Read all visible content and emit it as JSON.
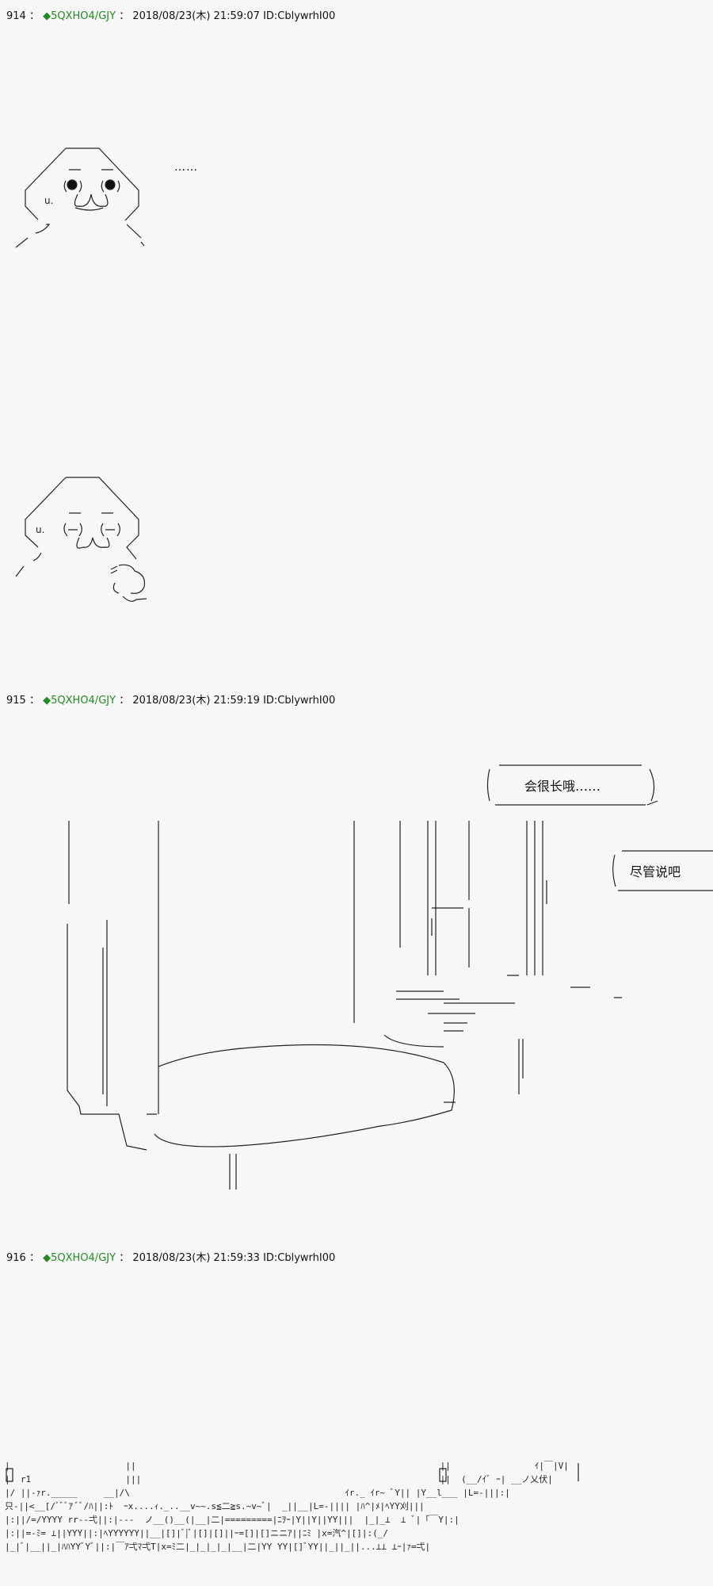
{
  "posts": [
    {
      "number": "914",
      "sep": "：",
      "trip": "◆5QXHO4/GJY",
      "sep2": "：",
      "datetime": "2018/08/23(木) 21:59:07 ID:CblywrhI00",
      "speech": "……"
    },
    {
      "number": "915",
      "sep": "：",
      "trip": "◆5QXHO4/GJY",
      "sep2": "：",
      "datetime": "2018/08/23(木) 21:59:19 ID:CblywrhI00",
      "bubble1": "会很长哦……",
      "bubble2": "尽管说吧"
    },
    {
      "number": "916",
      "sep": "：",
      "trip": "◆5QXHO4/GJY",
      "sep2": "：",
      "datetime": "2018/08/23(木) 21:59:33 ID:CblywrhI00"
    }
  ],
  "colors": {
    "trip": "#228b22",
    "background": "#f7f7f7"
  }
}
